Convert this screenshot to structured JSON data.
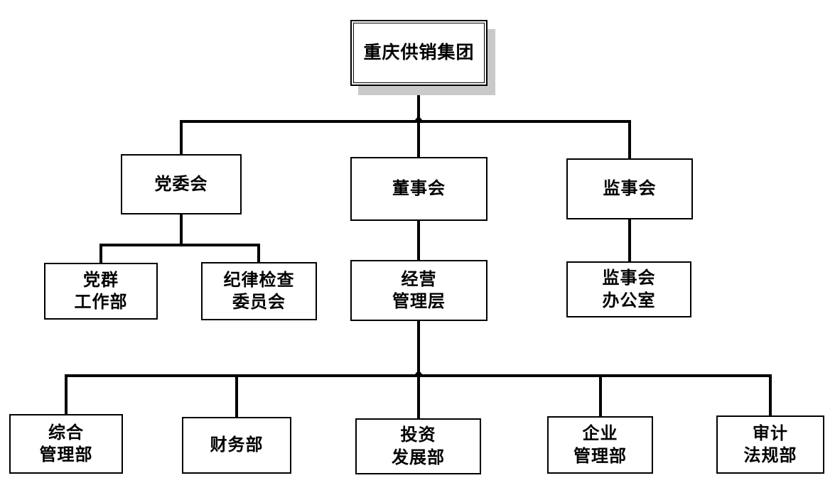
{
  "colors": {
    "line": "#000000",
    "shadow": "#c9c9c9",
    "background": "#ffffff",
    "box_border": "#000000",
    "text": "#000000"
  },
  "nodes": {
    "root": {
      "lines": [
        "重庆供销集团"
      ]
    },
    "party_committee": {
      "lines": [
        "党委会"
      ]
    },
    "board_of_directors": {
      "lines": [
        "董事会"
      ]
    },
    "supervisory_board": {
      "lines": [
        "监事会"
      ]
    },
    "party_mass_work_dept": {
      "lines": [
        "党群",
        "工作部"
      ]
    },
    "discipline_inspection_committee": {
      "lines": [
        "纪律检查",
        "委员会"
      ]
    },
    "operating_management": {
      "lines": [
        "经营",
        "管理层"
      ]
    },
    "supervisory_board_office": {
      "lines": [
        "监事会",
        "办公室"
      ]
    },
    "general_management_dept": {
      "lines": [
        "综合",
        "管理部"
      ]
    },
    "finance_dept": {
      "lines": [
        "财务部"
      ]
    },
    "investment_development_dept": {
      "lines": [
        "投资",
        "发展部"
      ]
    },
    "enterprise_management_dept": {
      "lines": [
        "企业",
        "管理部"
      ]
    },
    "audit_legal_dept": {
      "lines": [
        "审计",
        "法规部"
      ]
    }
  }
}
